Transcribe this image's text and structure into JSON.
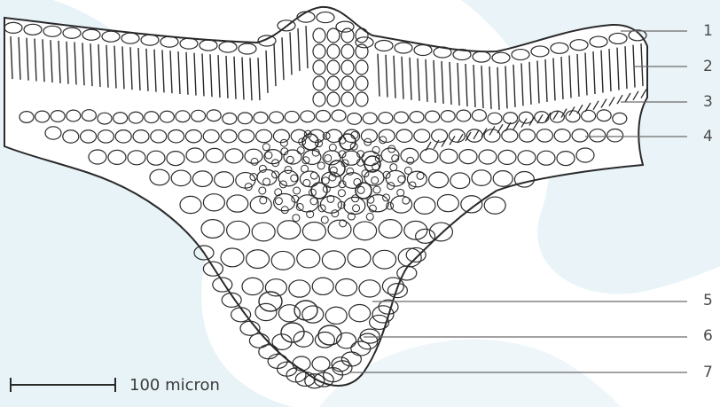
{
  "labels": [
    "1",
    "2",
    "3",
    "4",
    "5",
    "6",
    "7"
  ],
  "scale_bar": {
    "text": "100 micron"
  },
  "colors": {
    "background_shape": "#e6f2f7",
    "ink": "#2a2a2a",
    "leader": "#6a6a6a"
  }
}
